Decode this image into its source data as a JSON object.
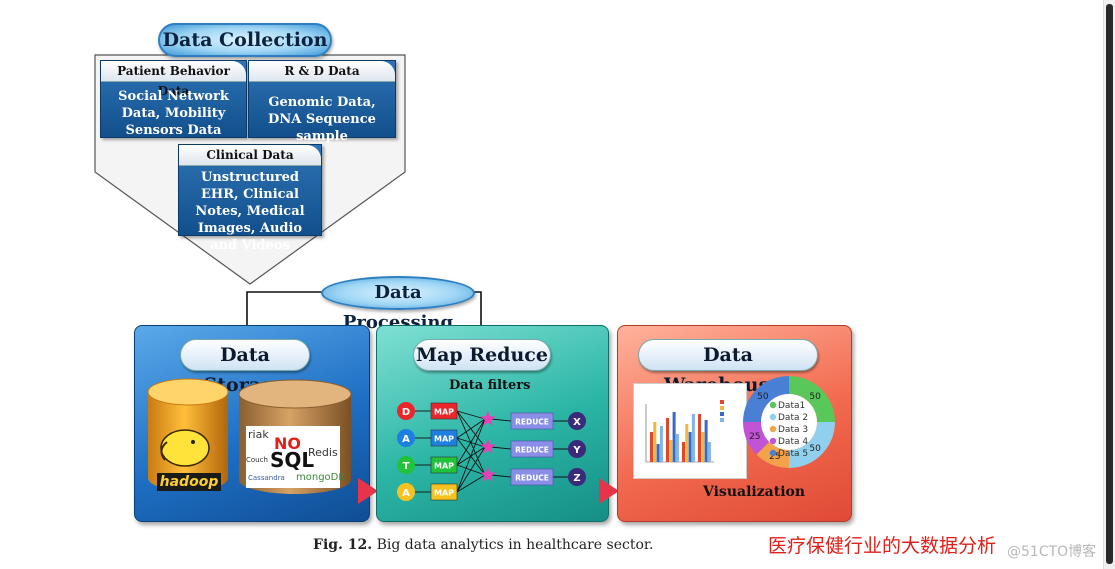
{
  "collection": {
    "title": "Data Collection",
    "cards": [
      {
        "header": "Patient Behavior Data",
        "body": "Social Network Data, Mobility Sensors Data"
      },
      {
        "header": "R & D Data",
        "body": "Genomic Data, DNA Sequence sample"
      },
      {
        "header": "Clinical Data",
        "body": "Unstructured EHR, Clinical Notes, Medical Images, Audio and Videos"
      }
    ]
  },
  "processing": {
    "title": "Data Processing"
  },
  "storage": {
    "title": "Data Storage",
    "hadoop_label": "hadoop",
    "nosql_labels": {
      "riak": "riak",
      "no": "NO",
      "sql": "SQL",
      "redis": "Redis",
      "couch": "Couch",
      "cassandra": "Cassandra",
      "mongodb": "mongoDB"
    }
  },
  "mapreduce": {
    "title": "Map Reduce",
    "filters_label": "Data filters",
    "inputs": [
      {
        "letter": "D",
        "color": "#e8262b"
      },
      {
        "letter": "A",
        "color": "#1d7fe0"
      },
      {
        "letter": "T",
        "color": "#22c23a"
      },
      {
        "letter": "A",
        "color": "#f7c21f"
      }
    ],
    "map_label": "MAP",
    "reduce_label": "REDUCE",
    "outputs": [
      "X",
      "Y",
      "Z"
    ]
  },
  "warehouse": {
    "title": "Data Warehouses",
    "visualization_label": "Visualization",
    "donut": {
      "values": [
        50,
        50,
        25,
        25,
        50
      ],
      "labels": [
        "Data1",
        "Data 2",
        "Data 3",
        "Data 4",
        "Data 5"
      ],
      "colors": [
        "#59c75a",
        "#8fd0ee",
        "#f4a24a",
        "#c154d6",
        "#4a7fd6"
      ]
    },
    "bar_chart": {
      "series_colors": [
        "#e0462c",
        "#f3b63c",
        "#3a68c8",
        "#7fb4e8"
      ]
    }
  },
  "caption": {
    "fig": "Fig. 12.",
    "text": " Big data analytics in healthcare sector."
  },
  "chinese_title": "医疗保健行业的大数据分析",
  "watermark": "@51CTO博客"
}
